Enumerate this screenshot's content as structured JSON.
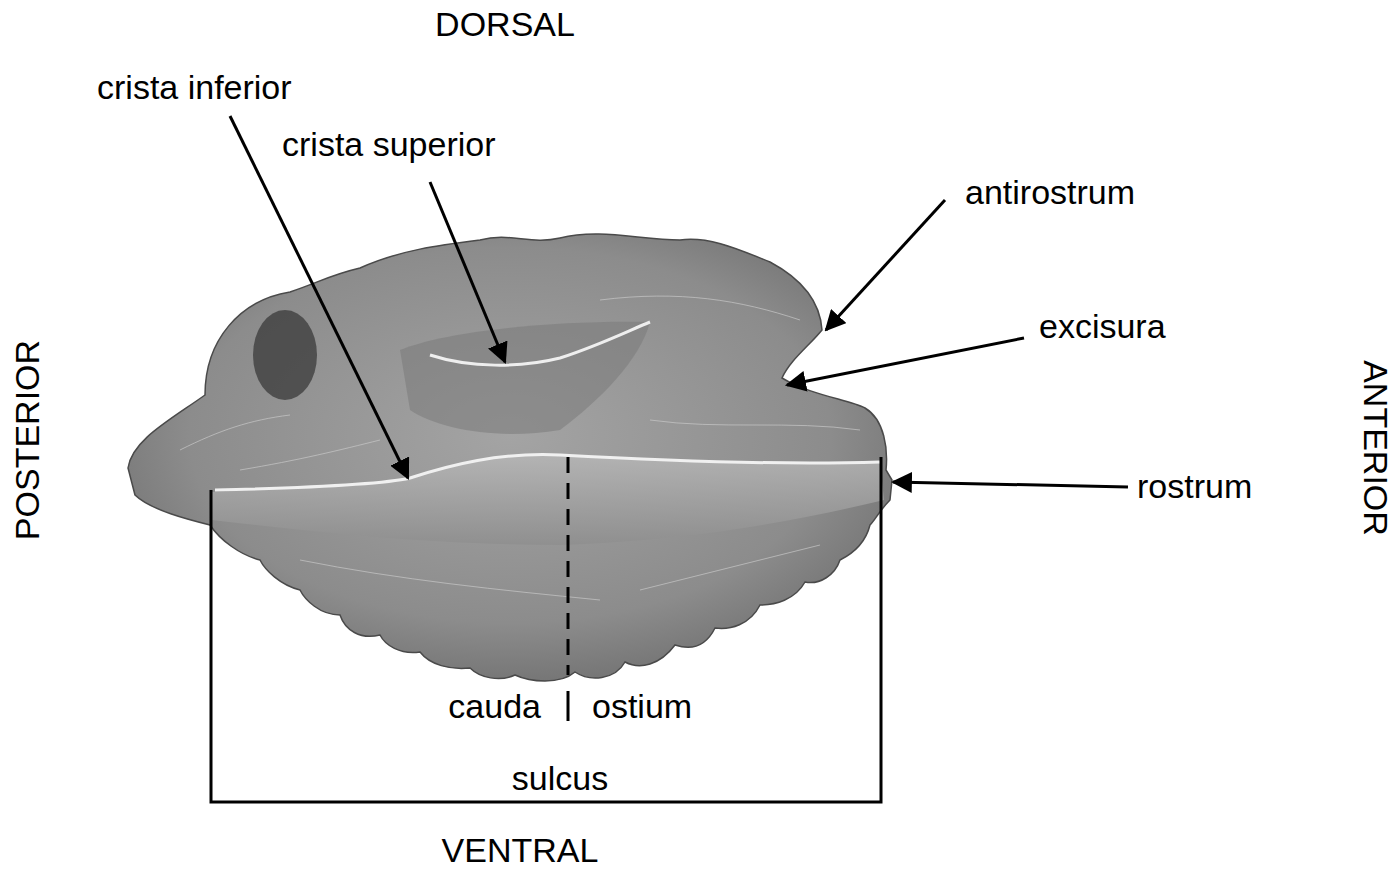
{
  "diagram": {
    "labels": [
      "DORSAL",
      "crista inferior",
      "crista superior",
      "antirostrum",
      "excisura",
      "POSTERIOR",
      "ANTERIOR",
      "rostrum",
      "cauda",
      "ostium",
      "sulcus",
      "VENTRAL"
    ]
  }
}
